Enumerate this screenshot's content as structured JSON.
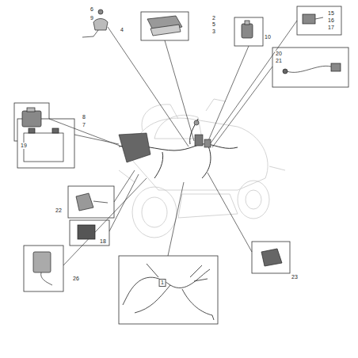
{
  "diagram": {
    "labels": [
      "6",
      "9",
      "4",
      "2",
      "5",
      "3",
      "10",
      "15",
      "16",
      "17",
      "20",
      "21",
      "19",
      "8",
      "7",
      "22",
      "18",
      "26",
      "1",
      "23"
    ]
  }
}
